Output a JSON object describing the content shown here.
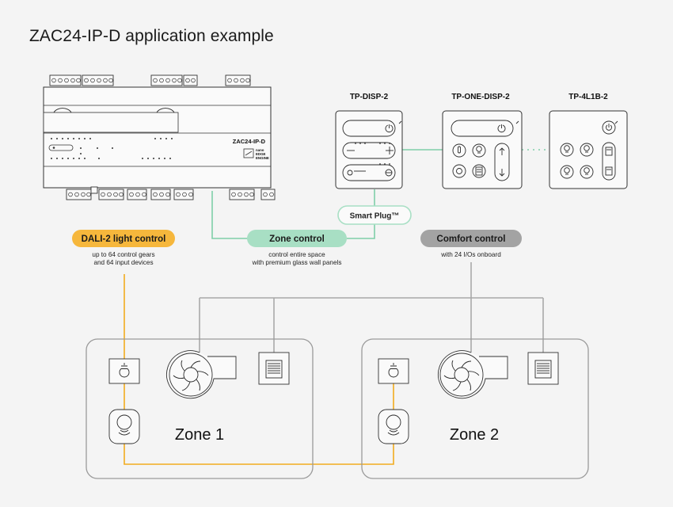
{
  "title": "ZAC24-IP-D application example",
  "controller": {
    "label": "ZAC24-IP-D",
    "logo_lines": [
      "nano",
      "EDGE",
      "ENGINE"
    ]
  },
  "panels": [
    {
      "title": "TP-DISP-2"
    },
    {
      "title": "TP-ONE-DISP-2"
    },
    {
      "title": "TP-4L1B-2"
    }
  ],
  "smart_plug": "Smart Plug™",
  "pills": {
    "dali": {
      "label": "DALI-2 light control",
      "desc": [
        "up to 64 control gears",
        "and 64 input devices"
      ],
      "color": "#f6b73c"
    },
    "zone": {
      "label": "Zone control",
      "desc": [
        "control entire space",
        "with premium glass wall panels"
      ],
      "color": "#a8dfc4"
    },
    "comfort": {
      "label": "Comfort control",
      "desc": [
        "with 24 I/Os onboard"
      ],
      "color": "#a3a3a3"
    }
  },
  "zones": [
    {
      "label": "Zone 1"
    },
    {
      "label": "Zone 2"
    }
  ],
  "colors": {
    "dali_line": "#f2ab1e",
    "zone_line": "#7fcfa8",
    "comfort_line": "#a8a8a8",
    "frame": "#9a9a9a"
  }
}
